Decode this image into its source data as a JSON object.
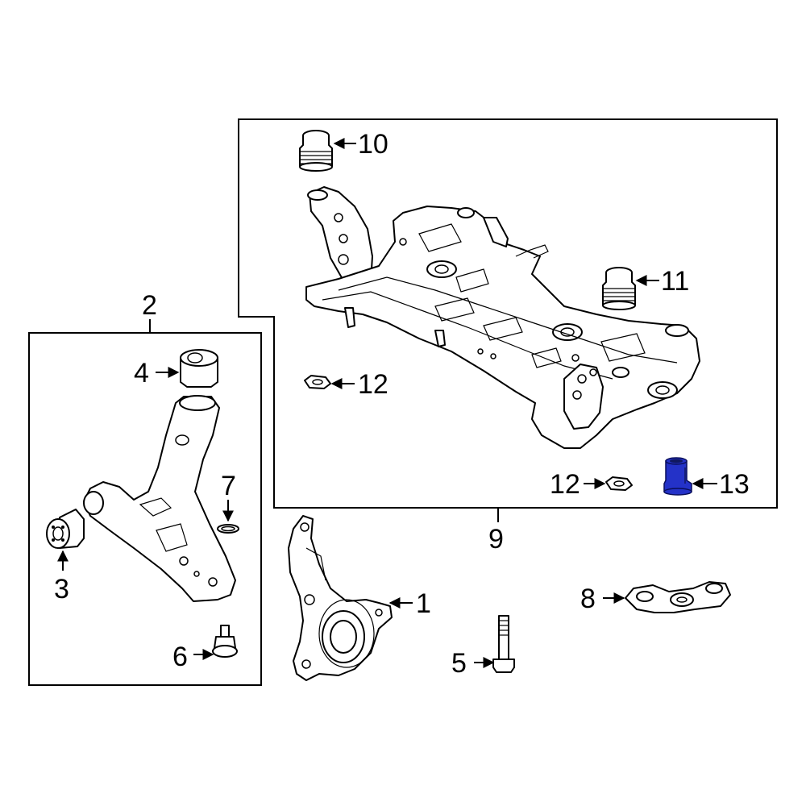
{
  "callouts": {
    "c1": "1",
    "c2": "2",
    "c3": "3",
    "c4": "4",
    "c5": "5",
    "c6": "6",
    "c7": "7",
    "c8": "8",
    "c9": "9",
    "c10": "10",
    "c11": "11",
    "c12a": "12",
    "c12b": "12",
    "c13": "13"
  },
  "colors": {
    "line": "#000000",
    "background": "#ffffff",
    "highlight": "#2432c8"
  }
}
